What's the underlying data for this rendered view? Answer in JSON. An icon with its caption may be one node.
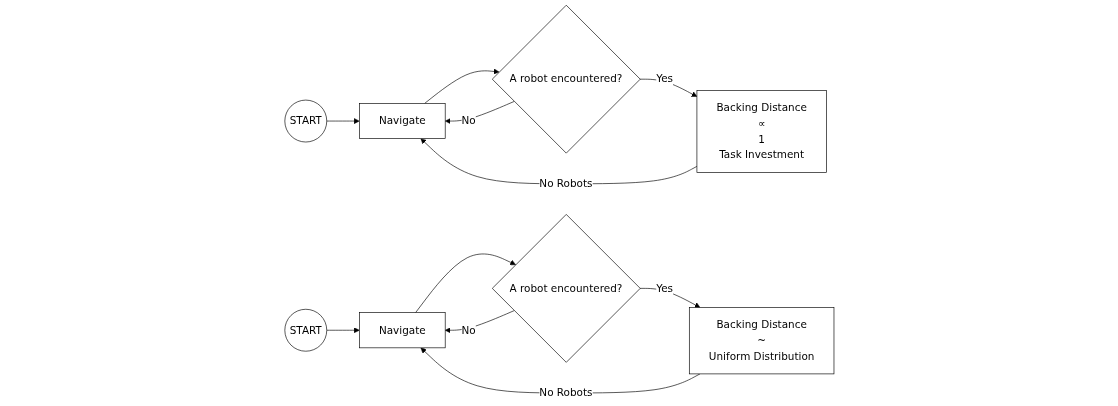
{
  "diagram": {
    "nodes": [
      {
        "text": [
          "START"
        ]
      },
      {
        "text": [
          "Navigate"
        ]
      },
      {
        "text": [
          "A robot encountered?"
        ]
      },
      {
        "text": [
          "Backing Distance",
          "∝",
          "1",
          "Task Investment"
        ]
      },
      {
        "text": [
          "START"
        ]
      },
      {
        "text": [
          "Navigate"
        ]
      },
      {
        "text": [
          "A robot encountered?"
        ]
      },
      {
        "text": [
          "Backing Distance",
          "~",
          "Uniform Distribution"
        ]
      }
    ],
    "edges": [
      {
        "from": 0,
        "to": 1,
        "arrow": "to"
      },
      {
        "from": 1,
        "to": 2,
        "arrow": "to"
      },
      {
        "from": 2,
        "to": 3,
        "arrow": "to",
        "label": "Yes"
      },
      {
        "from": 3,
        "to": 1,
        "arrow": "to",
        "label": "No Robots"
      },
      {
        "from": 2,
        "to": 1,
        "arrow": "to",
        "label": "No"
      },
      {
        "from": 4,
        "to": 5,
        "arrow": "to"
      },
      {
        "from": 5,
        "to": 6,
        "arrow": "to"
      },
      {
        "from": 6,
        "to": 7,
        "arrow": "to",
        "label": "Yes"
      },
      {
        "from": 7,
        "to": 5,
        "arrow": "to",
        "label": "No Robots"
      },
      {
        "from": 6,
        "to": 5,
        "arrow": "to",
        "label": "No"
      }
    ]
  }
}
